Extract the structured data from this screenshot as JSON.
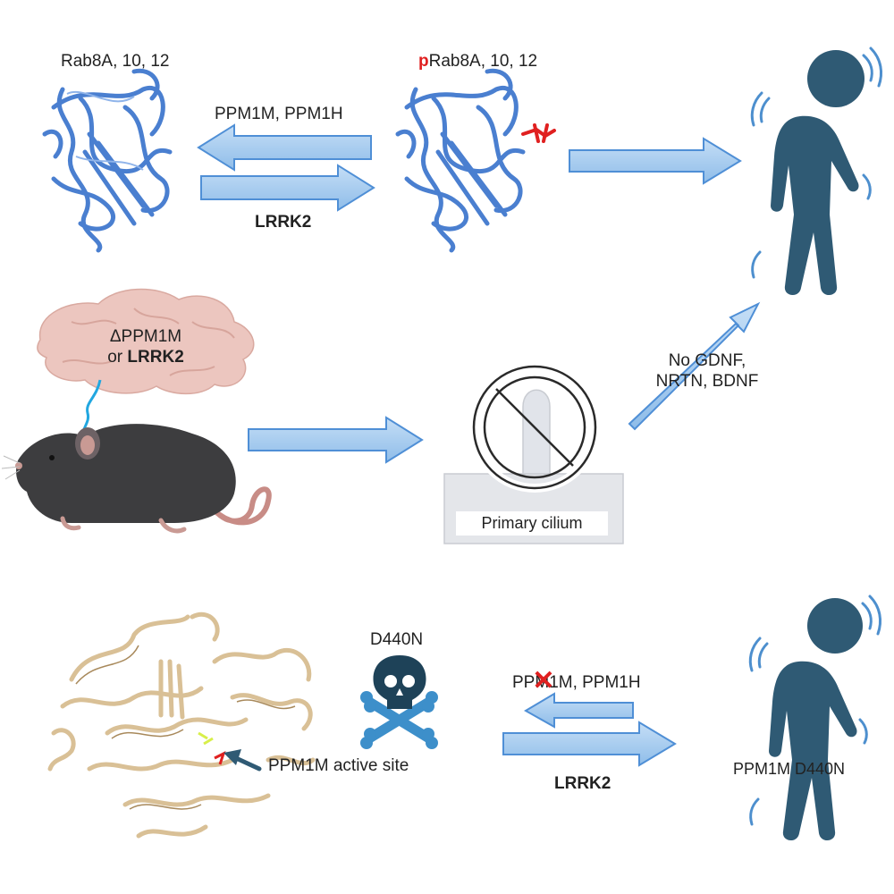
{
  "top": {
    "left_protein_label": "Rab8A, 10, 12",
    "right_protein_prefix": "p",
    "right_protein_label": "Rab8A, 10, 12",
    "phosphatases_label": "PPM1M, PPM1H",
    "kinase_label": "LRRK2"
  },
  "middle": {
    "brain_line1": "ΔPPM1M",
    "brain_line2_prefix": "or ",
    "brain_line2_bold": "LRRK2",
    "cilium_label": "Primary cilium",
    "no_factors_line1": "No GDNF,",
    "no_factors_line2": "NRTN, BDNF"
  },
  "bottom": {
    "mutation_label": "D440N",
    "active_site_label": "PPM1M active site",
    "phosphatases_label_a": "PP",
    "phosphatases_label_crossed": "M",
    "phosphatases_label_b": "1M, PPM1H",
    "kinase_label": "LRRK2",
    "patient_label": "PPM1M D440N"
  },
  "colors": {
    "arrow_fill": "#a9cdf0",
    "arrow_stroke": "#4f8fd6",
    "protein_blue": "#4a7fd0",
    "protein_tan": "#d9c096",
    "figure_navy": "#2f5a74",
    "phospho_red": "#e02020",
    "mouse_dark": "#3d3d3f",
    "brain_pink": "#ecc6bf"
  }
}
